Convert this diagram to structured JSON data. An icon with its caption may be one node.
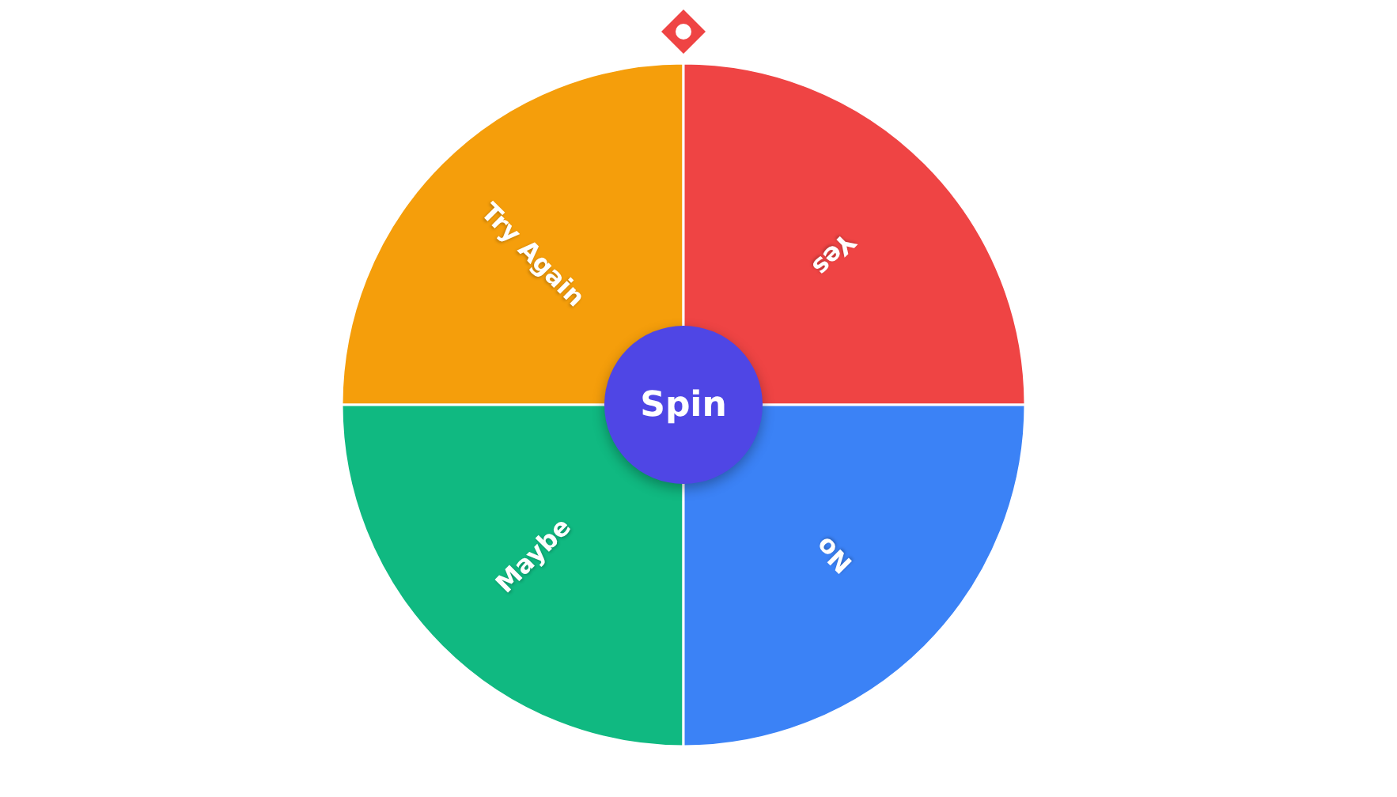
{
  "diagram": {
    "nodes": [
      {
        "text": [
          "Try Again"
        ]
      },
      {
        "text": [
          "Yes"
        ]
      },
      {
        "text": [
          "Spin"
        ]
      },
      {
        "text": [
          "Maybe"
        ]
      },
      {
        "text": [
          "No"
        ]
      }
    ]
  }
}
